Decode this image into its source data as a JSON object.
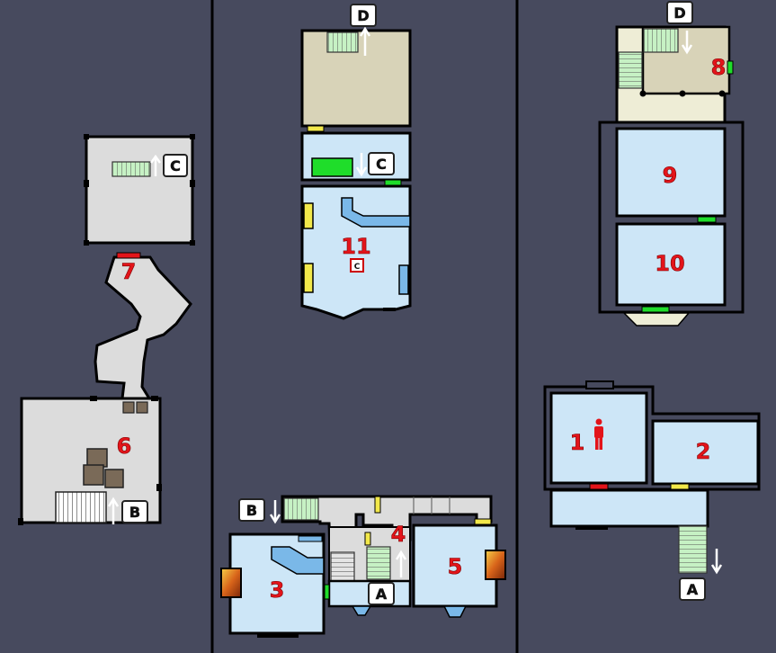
{
  "colors": {
    "background": "#474a5e",
    "room_blue": "#cde6f7",
    "room_grey": "#dcdcdc",
    "room_tan": "#d8d3b8",
    "door_yellow": "#f2e84a",
    "door_green": "#1fdd2a",
    "door_red": "#e3141a",
    "stairs": "#c6f1c4",
    "room_number": "#e3141a"
  },
  "rooms": {
    "r1": "1",
    "r2": "2",
    "r3": "3",
    "r4": "4",
    "r5": "5",
    "r6": "6",
    "r7": "7",
    "r8": "8",
    "r9": "9",
    "r10": "10",
    "r11": "11"
  },
  "markers": {
    "a": "A",
    "b": "B",
    "c": "C",
    "d": "D"
  },
  "icons": {
    "player": "player-icon",
    "fireplace": "fireplace-icon",
    "crate": "crate-icon",
    "stairs": "stairs-icon",
    "arrow": "arrow-icon"
  }
}
